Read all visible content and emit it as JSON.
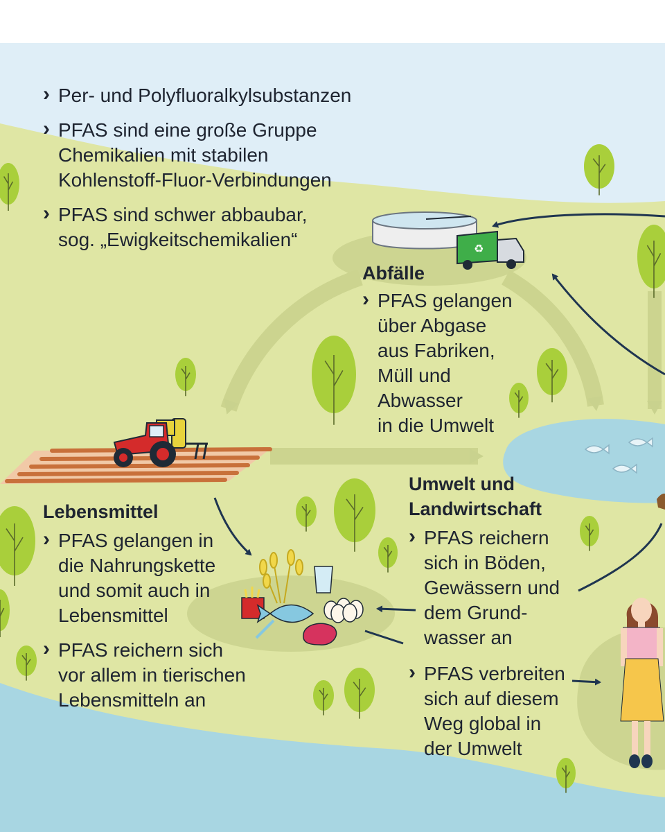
{
  "intro": {
    "bullets": [
      {
        "lines": [
          "Per- und Polyfluoralkylsubstanzen"
        ]
      },
      {
        "lines": [
          "PFAS sind eine große Gruppe",
          "Chemikalien mit stabilen",
          "Kohlenstoff-Fluor-Verbindungen"
        ]
      },
      {
        "lines": [
          "PFAS sind schwer abbaubar,",
          "sog. „Ewigkeitschemikalien“"
        ]
      }
    ]
  },
  "abfaelle": {
    "heading": "Abfälle",
    "bullets": [
      {
        "lines": [
          "PFAS gelangen",
          "über Abgase",
          "aus Fabriken,",
          "Müll und",
          "Abwasser",
          "in die Umwelt"
        ]
      }
    ]
  },
  "umwelt": {
    "heading_lines": [
      "Umwelt und",
      "Landwirtschaft"
    ],
    "bullets": [
      {
        "lines": [
          "PFAS reichern",
          "sich in Böden,",
          "Gewässern und",
          "dem Grund-",
          "wasser an"
        ]
      },
      {
        "lines": [
          "PFAS verbreiten",
          "sich auf diesem",
          "Weg global in",
          "der Umwelt"
        ]
      }
    ]
  },
  "lebensmittel": {
    "heading": "Lebensmittel",
    "bullets": [
      {
        "lines": [
          "PFAS gelangen in",
          "die Nahrungskette",
          "und somit auch in",
          "Lebensmittel"
        ]
      },
      {
        "lines": [
          "PFAS reichern sich",
          "vor allem in tierischen",
          "Lebensmitteln an"
        ]
      }
    ]
  },
  "colors": {
    "sky": "#dfeef7",
    "land": "#dfe6a4",
    "water": "#a8d6e2",
    "tree": "#a9cf3b",
    "arrow_dark": "#1f3550",
    "tractor_red": "#d42b2b",
    "truck_green": "#3fae49"
  },
  "icons": [
    "tractor-icon",
    "garbage-truck-icon",
    "treatment-tank-icon",
    "fish-icon",
    "wheat-icon",
    "fries-icon",
    "glass-icon",
    "eggs-icon",
    "meat-icon",
    "woman-icon",
    "tree-icon"
  ]
}
